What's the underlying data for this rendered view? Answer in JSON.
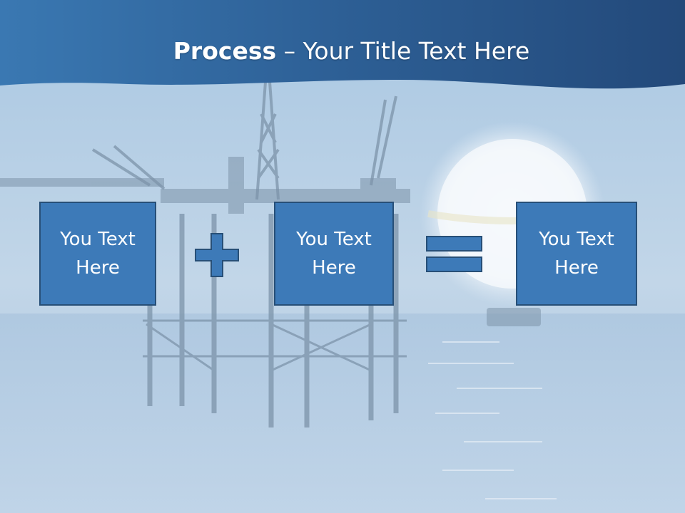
{
  "slide": {
    "title_bold": "Process",
    "title_rest": "– Your Title Text Here",
    "boxes": [
      {
        "text": "You Text Here"
      },
      {
        "text": "You Text Here"
      },
      {
        "text": "You Text Here"
      }
    ],
    "operators": [
      "plus-icon",
      "equals-icon"
    ],
    "colors": {
      "header": "#2f5f93",
      "box_fill": "#3d7ab8",
      "box_border": "#274f77",
      "background": "#b7cfe3"
    }
  }
}
